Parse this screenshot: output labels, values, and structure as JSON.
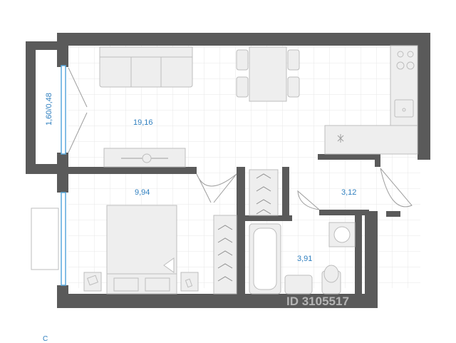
{
  "rooms": {
    "living_area": "19,16",
    "bedroom_area": "9,94",
    "hall_area": "3,12",
    "bathroom_area": "3,91",
    "balcony_area": "1,60/0,48"
  },
  "compass_label": "С",
  "watermark_text": "ID 3105517",
  "colors": {
    "wall": "#5a5a5a",
    "furniture_fill": "#eeeeee",
    "furniture_stroke": "#bdbdbd",
    "grid": "#e7e7e7",
    "window": "#5aa9dd",
    "label": "#2f7fbf"
  }
}
